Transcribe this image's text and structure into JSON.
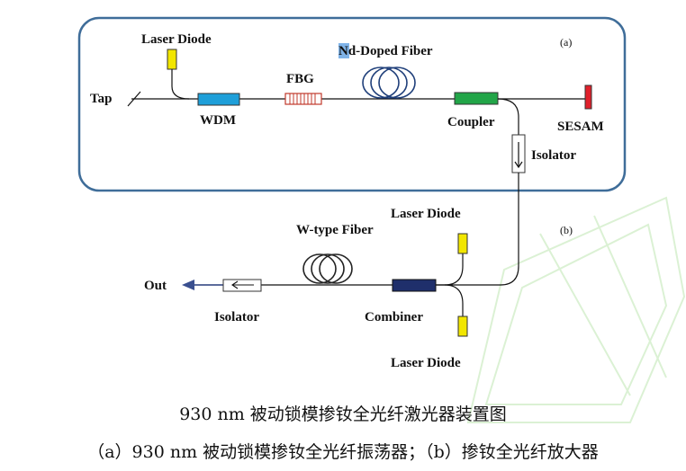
{
  "oscillator": {
    "panel_tag": "(a)",
    "laser_diode": "Laser Diode",
    "tap": "Tap",
    "wdm": "WDM",
    "fbg": "FBG",
    "gain_fiber_prefix": "N",
    "gain_fiber_rest": "d-Doped Fiber",
    "coupler": "Coupler",
    "sesam": "SESAM",
    "isolator": "Isolator"
  },
  "amplifier": {
    "panel_tag": "(b)",
    "laser_diode_top": "Laser Diode",
    "laser_diode_bottom": "Laser Diode",
    "w_fiber": "W-type Fiber",
    "out": "Out",
    "isolator": "Isolator",
    "combiner": "Combiner"
  },
  "captions": {
    "title": "930 nm 被动锁模掺钕全光纤激光器装置图",
    "subtitle": "（a）930 nm 被动锁模掺钕全光纤振荡器；（b）掺钕全光纤放大器"
  },
  "colors": {
    "panel_border": "#3f6d99",
    "laser_diode": "#f2e600",
    "wdm": "#1e9fd9",
    "fbg": "#c0392b",
    "coupler": "#22a548",
    "sesam": "#e0202b",
    "combiner": "#1f2f6b",
    "arrow": "#3a4f8f",
    "highlight": "#7fb3e8",
    "watermark": "#d8f0d0"
  }
}
